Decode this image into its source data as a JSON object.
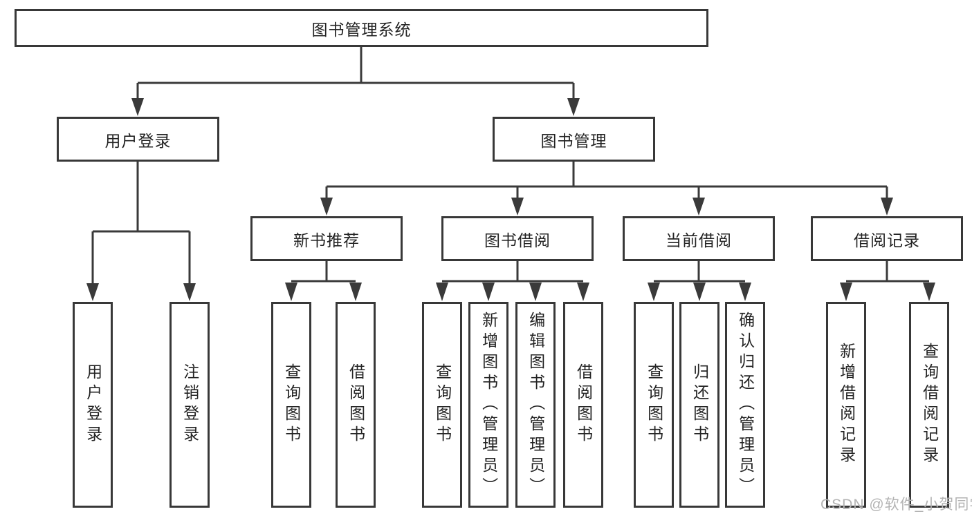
{
  "diagram": {
    "title": "图书管理系统",
    "watermark": "CSDN @软件_小贺同学",
    "line_color": "#3a3a3a",
    "box_border_color": "#383838",
    "text_color": "#242424",
    "watermark_color": "#b3b3b3",
    "nodes": {
      "root": {
        "label": "图书管理系统"
      },
      "user_login": {
        "label": "用户登录",
        "children": [
          {
            "label": "用户登录"
          },
          {
            "label": "注销登录"
          }
        ]
      },
      "book_mgmt": {
        "label": "图书管理",
        "children": [
          {
            "label": "新书推荐",
            "children": [
              {
                "label": "查询图书"
              },
              {
                "label": "借阅图书"
              }
            ]
          },
          {
            "label": "图书借阅",
            "children": [
              {
                "label": "查询图书"
              },
              {
                "label": "新增图书（管理员）"
              },
              {
                "label": "编辑图书（管理员）"
              },
              {
                "label": "借阅图书"
              }
            ]
          },
          {
            "label": "当前借阅",
            "children": [
              {
                "label": "查询图书"
              },
              {
                "label": "归还图书"
              },
              {
                "label": "确认归还（管理员）"
              }
            ]
          },
          {
            "label": "借阅记录",
            "children": [
              {
                "label": "新增借阅记录"
              },
              {
                "label": "查询借阅记录"
              }
            ]
          }
        ]
      }
    }
  }
}
